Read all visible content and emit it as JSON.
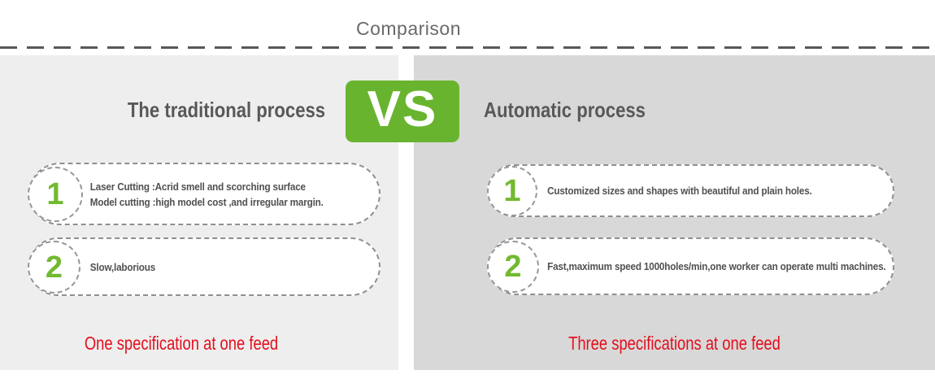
{
  "title": "Comparison",
  "vs_badge": "VS",
  "colors": {
    "green_badge": "#69b42e",
    "green_number": "#72b92f",
    "red_accent": "#e30f1d",
    "left_panel_bg": "#efeeee",
    "right_panel_bg": "#d9d8d8",
    "heading_gray": "#58585a",
    "dash_line_gray": "#58585a"
  },
  "left_panel": {
    "heading": "The traditional process",
    "items": [
      {
        "number": "1",
        "lines": [
          "Laser Cutting :Acrid smell and scorching surface",
          "Model cutting :high model cost ,and irregular margin."
        ]
      },
      {
        "number": "2",
        "lines": [
          "Slow,laborious"
        ]
      }
    ],
    "footer": "One specification at one feed"
  },
  "right_panel": {
    "heading": "Automatic process",
    "items": [
      {
        "number": "1",
        "lines": [
          "Customized sizes and shapes with beautiful and plain holes."
        ]
      },
      {
        "number": "2",
        "lines": [
          "Fast,maximum speed 1000holes/min,one worker can operate multi machines."
        ]
      }
    ],
    "footer": "Three specifications at one feed"
  }
}
